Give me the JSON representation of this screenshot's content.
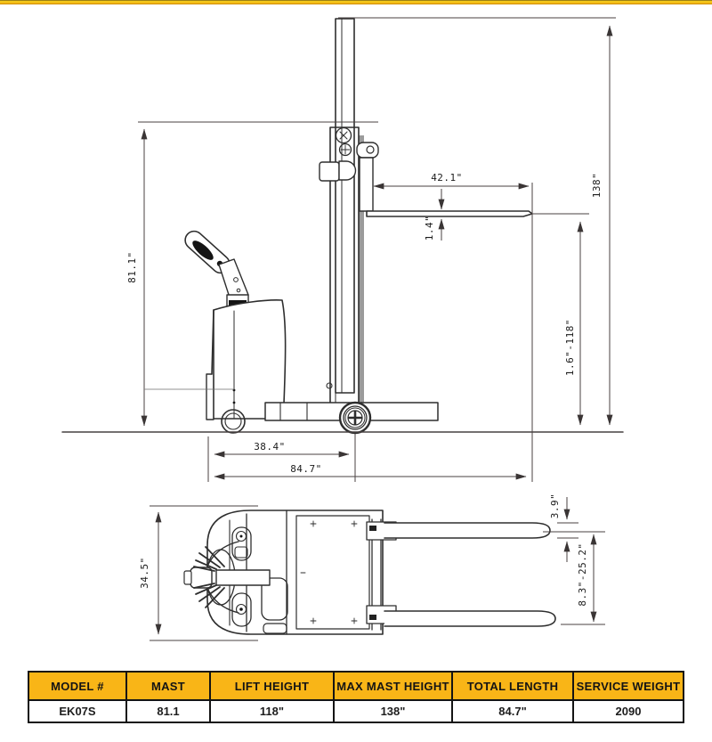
{
  "page": {
    "background": "#ffffff",
    "accent_gold": "#f9b517",
    "drawing_line_color": "#2e2e2e"
  },
  "diagram": {
    "title": "pallet-stacker-dimensional-drawing",
    "side_view": {
      "dim_overall_height": "81.1\"",
      "dim_fork_length": "42.1\"",
      "dim_fork_thickness": "1.4\"",
      "dim_max_mast_height": "138\"",
      "dim_lift_range": "1.6\"-118\"",
      "dim_wheelbase": "38.4\"",
      "dim_total_length": "84.7\""
    },
    "top_view": {
      "dim_overall_width": "34.5\"",
      "dim_fork_width": "3.9\"",
      "dim_fork_spread": "8.3\"-25.2\""
    }
  },
  "spec_table": {
    "headers": [
      "MODEL #",
      "MAST",
      "LIFT HEIGHT",
      "MAX MAST HEIGHT",
      "TOTAL LENGTH",
      "SERVICE WEIGHT"
    ],
    "values": [
      "EK07S",
      "81.1",
      "118\"",
      "138\"",
      "84.7\"",
      "2090"
    ]
  }
}
